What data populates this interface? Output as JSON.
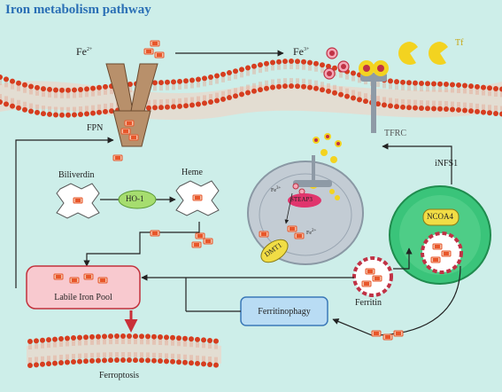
{
  "title": "Iron metabolism pathway",
  "labels": {
    "fe2_main": "Fe",
    "fe2_main_sup": "2+",
    "fe3_main": "Fe",
    "fe3_main_sup": "3+",
    "tf": "Tf",
    "fpn": "FPN",
    "tfrc": "TFRC",
    "biliverdin": "Biliverdin",
    "heme": "Heme",
    "ho1": "HO-1",
    "steap3": "STEAP3",
    "dmt1": "DMT1",
    "endo_fe3": "Fe",
    "endo_fe3_sup": "3+",
    "endo_fe2": "Fe",
    "endo_fe2_sup": "2+",
    "infs1": "iNFS1",
    "ncoa4": "NCOA4",
    "ferritin": "Ferritin",
    "lip": "Labile Iron Pool",
    "ferritinophagy": "Ferritinophagy",
    "ferroptosis": "Ferroptosis"
  },
  "colors": {
    "background": "#cdeee9",
    "title": "#2a6fb5",
    "membrane_head": "#d63d1f",
    "fpn_body": "#b8906b",
    "iron_glyph": "#e8562a",
    "tf_yellow": "#f3d320",
    "lip_fill": "#f8c9cf",
    "lip_border": "#c2313c",
    "ferritinophagy_fill": "#b9dcf4",
    "ferritinophagy_border": "#3a78b8",
    "ho1_fill": "#a6dd6f",
    "dmt1_fill": "#f1dd45",
    "steap3_fill": "#e0356d",
    "cell_green": "#3ac47a",
    "arrow_red": "#c93038"
  }
}
